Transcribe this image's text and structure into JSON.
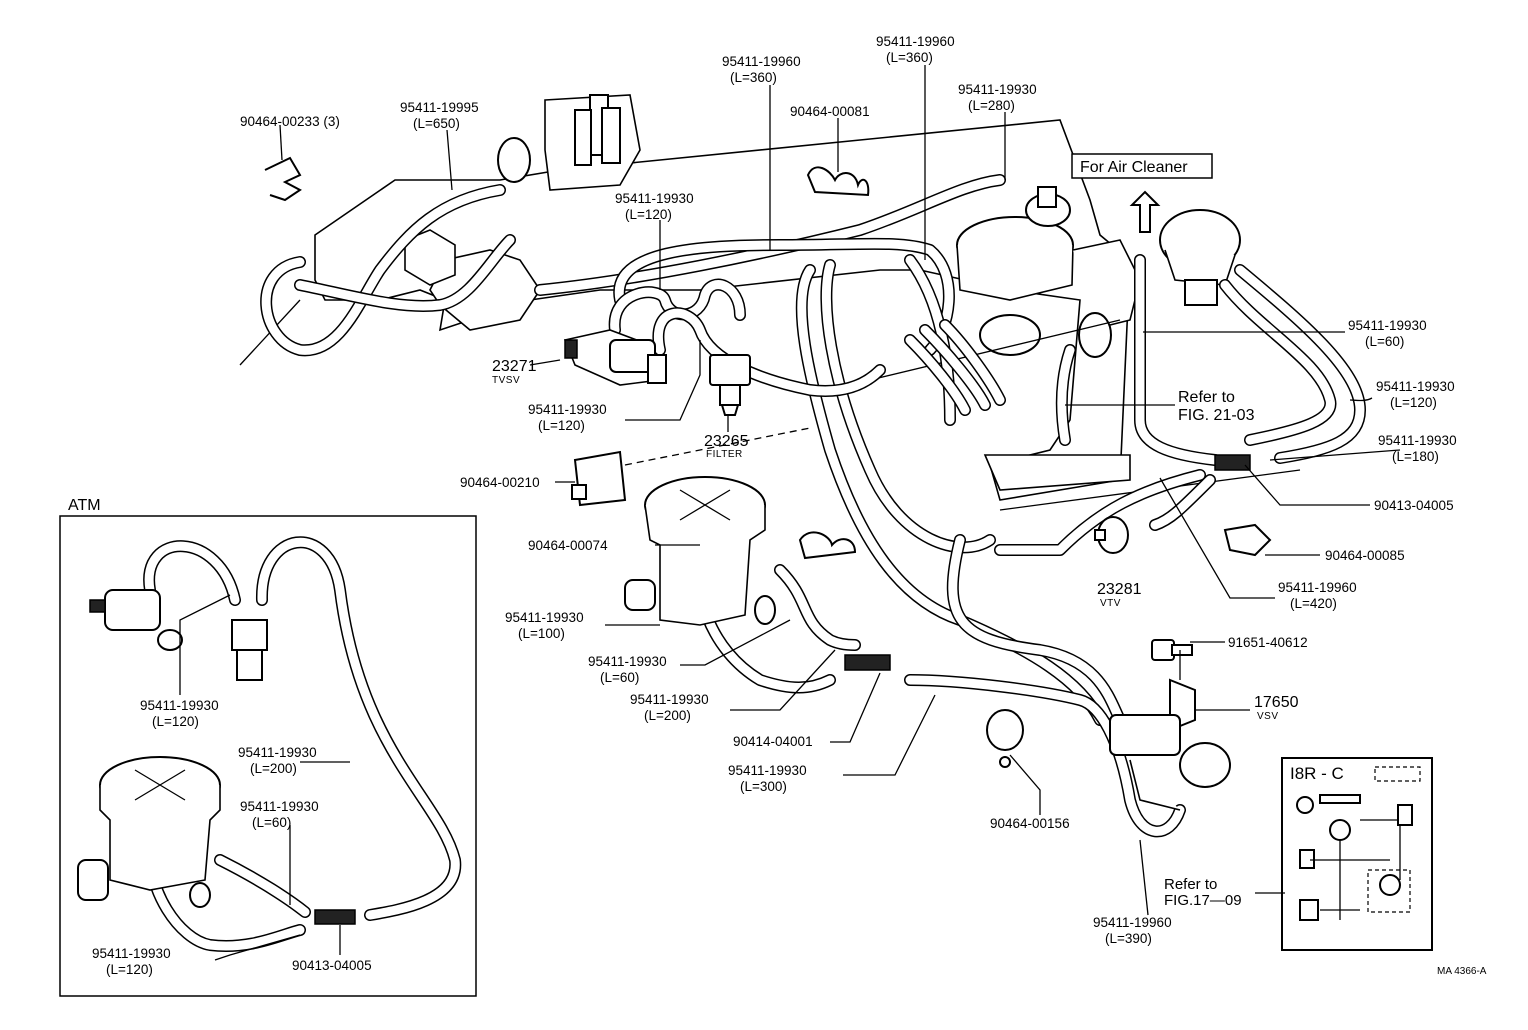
{
  "diagram": {
    "labels": [
      {
        "id": "l1",
        "line1": "90464-00233 (3)",
        "line2": ""
      },
      {
        "id": "l2",
        "line1": "95411-19995",
        "line2": "(L=650)"
      },
      {
        "id": "l3",
        "line1": "95411-19960",
        "line2": "(L=360)"
      },
      {
        "id": "l4",
        "line1": "95411-19960",
        "line2": "(L=360)"
      },
      {
        "id": "l5",
        "line1": "90464-00081",
        "line2": ""
      },
      {
        "id": "l6",
        "line1": "95411-19930",
        "line2": "(L=280)"
      },
      {
        "id": "l7",
        "line1": "95411-19930",
        "line2": "(L=120)"
      },
      {
        "id": "l8",
        "line1": "95411-19930",
        "line2": "(L=60)"
      },
      {
        "id": "l9",
        "line1": "95411-19930",
        "line2": "(L=120)"
      },
      {
        "id": "l10",
        "line1": "95411-19930",
        "line2": "(L=180)"
      },
      {
        "id": "l11",
        "line1": "90413-04005",
        "line2": ""
      },
      {
        "id": "l12",
        "line1": "90464-00085",
        "line2": ""
      },
      {
        "id": "l13",
        "line1": "95411-19960",
        "line2": "(L=420)"
      },
      {
        "id": "l14",
        "line1": "91651-40612",
        "line2": ""
      },
      {
        "id": "l15",
        "line1": "95411-19930",
        "line2": "(L=120)"
      },
      {
        "id": "l16",
        "line1": "90464-00210",
        "line2": ""
      },
      {
        "id": "l17",
        "line1": "90464-00074",
        "line2": ""
      },
      {
        "id": "l18",
        "line1": "95411-19930",
        "line2": "(L=100)"
      },
      {
        "id": "l19",
        "line1": "95411-19930",
        "line2": "(L=60)"
      },
      {
        "id": "l20",
        "line1": "95411-19930",
        "line2": "(L=200)"
      },
      {
        "id": "l21",
        "line1": "90414-04001",
        "line2": ""
      },
      {
        "id": "l22",
        "line1": "95411-19930",
        "line2": "(L=300)"
      },
      {
        "id": "l23",
        "line1": "90464-00156",
        "line2": ""
      },
      {
        "id": "l24",
        "line1": "95411-19960",
        "line2": "(L=390)"
      },
      {
        "id": "a1",
        "line1": "95411-19930",
        "line2": "(L=120)"
      },
      {
        "id": "a2",
        "line1": "95411-19930",
        "line2": "(L=200)"
      },
      {
        "id": "a3",
        "line1": "95411-19930",
        "line2": "(L=60)"
      },
      {
        "id": "a4",
        "line1": "95411-19930",
        "line2": "(L=120)"
      },
      {
        "id": "a5",
        "line1": "90413-04005",
        "line2": ""
      }
    ],
    "parts": {
      "tvsv": {
        "number": "23271",
        "name": "TVSV"
      },
      "filter": {
        "number": "23265",
        "name": "FILTER"
      },
      "vtv": {
        "number": "23281",
        "name": "VTV"
      },
      "vsv": {
        "number": "17650",
        "name": "VSV"
      }
    },
    "air_cleaner_label": "For Air Cleaner",
    "refer_fig21": {
      "line1": "Refer to",
      "line2": "FIG. 21-03"
    },
    "refer_fig17": {
      "line1": "Refer to",
      "line2": "FIG.17—09"
    },
    "atm_label": "ATM",
    "inset_title": "I8R - C",
    "drawing_number": "MA 4366-A"
  }
}
